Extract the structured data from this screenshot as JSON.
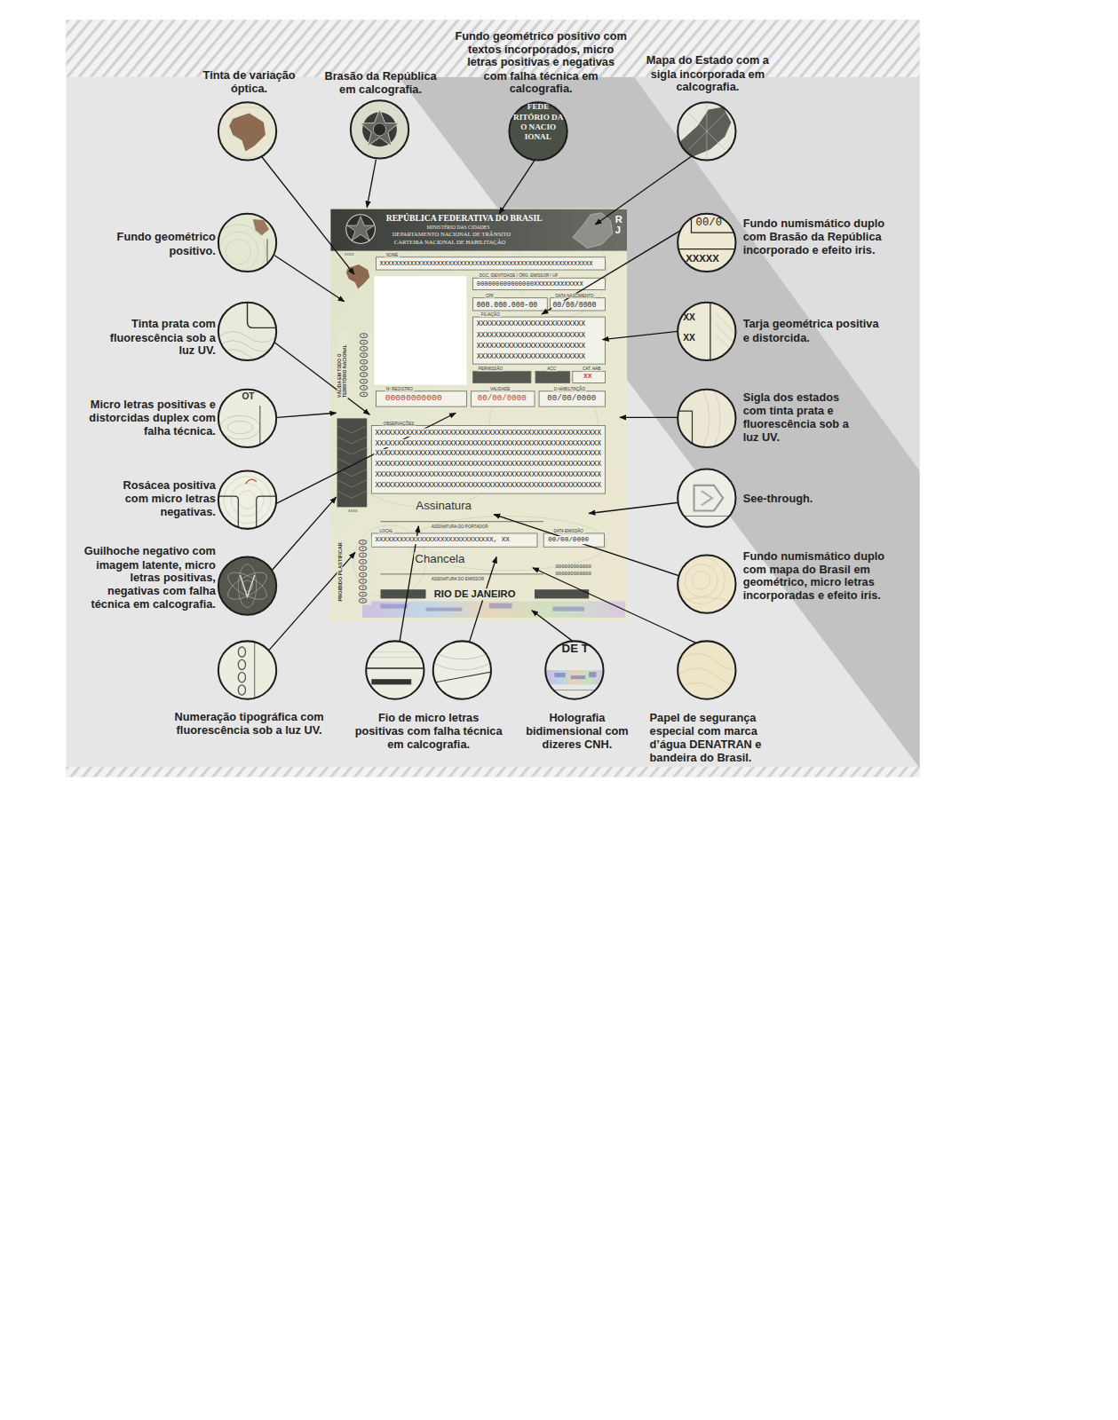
{
  "diagram": {
    "nodes": [
      {
        "text": [
          "Tinta de variação óptica."
        ]
      },
      {
        "text": [
          "Brasão da República em calcografia."
        ]
      },
      {
        "text": [
          "Fundo geométrico positivo com textos incorporados, micro letras positivas e negativas com falha técnica em calcografia."
        ]
      },
      {
        "text": [
          "Mapa do Estado com a sigla incorporada em calcografia."
        ]
      },
      {
        "text": [
          "Fundo geométrico positivo."
        ]
      },
      {
        "text": [
          "Tinta prata com fluorescência sob a luz UV."
        ]
      },
      {
        "text": [
          "Micro letras positivas e distorcidas duplex com falha técnica."
        ]
      },
      {
        "text": [
          "Rosácea positiva com micro letras negativas."
        ]
      },
      {
        "text": [
          "Guilhoche negativo com imagem latente, micro letras positivas, negativas com falha técnica em calcografia."
        ]
      },
      {
        "text": [
          "Fundo numismático duplo com Brasão da República incorporado e efeito iris."
        ]
      },
      {
        "text": [
          "Tarja geométrica positiva e distorcida."
        ]
      },
      {
        "text": [
          "Sigla dos estados com tinta prata e fluorescência sob a luz UV."
        ]
      },
      {
        "text": [
          "See-through."
        ]
      },
      {
        "text": [
          "Fundo numismático duplo com mapa do Brasil em geométrico, micro letras incorporadas e efeito iris."
        ]
      },
      {
        "text": [
          "Numeração tipográfica com fluorescência sob a luz UV."
        ]
      },
      {
        "text": [
          "Fio de micro letras positivas com falha técnica em calcografia."
        ]
      },
      {
        "text": [
          "Holografia bidimensional com dizeres CNH."
        ]
      },
      {
        "text": [
          "Papel de segurança especial com marca d’água DENATRAN e bandeira do Brasil."
        ]
      }
    ],
    "labels": [
      "REPÚBLICA FEDERATIVA DO BRASIL",
      "MINISTÉRIO DAS CIDADES",
      "DEPARTAMENTO NACIONAL DE TRÂNSITO",
      "CARTEIRA NACIONAL DE HABILITAÇÃO",
      "RJ",
      "NOME",
      "XXXXXXXXXXXXXXXXXXXXXXXXXXXXXXXXXXXXXXXXXXXXXXXXXXXXXXXX",
      "DOC. IDENTIDADE / ÓRG. EMISSOR / UF",
      "000000000000000XXXXXXXXXXXXX",
      "CPF",
      "DATA NASCIMENTO",
      "000.000.000-00",
      "00/00/0000",
      "FILIAÇÃO",
      "XXXXXXXXXXXXXXXXXXXXXXXXX",
      "XXXXXXXXXXXXXXXXXXXXXXXXX",
      "XXXXXXXXXXXXXXXXXXXXXXXXX",
      "XXXXXXXXXXXXXXXXXXXXXXXXX",
      "PERMISSÃO",
      "ACC",
      "CAT. HAB.",
      "XX",
      "Nº REGISTRO",
      "VALIDADE",
      "1ª HABILITAÇÃO",
      "00000000000",
      "00/00/0000",
      "00/00/0000",
      "OBSERVAÇÕES",
      "XXXXXXXXXXXXXXXXXXXXXXXXXXXXXXXXXXXXXXXXXXXXXXXXXXXX",
      "XXXXXXXXXXXXXXXXXXXXXXXXXXXXXXXXXXXXXXXXXXXXXXXXXXXX",
      "XXXXXXXXXXXXXXXXXXXXXXXXXXXXXXXXXXXXXXXXXXXXXXXXXXXX",
      "XXXXXXXXXXXXXXXXXXXXXXXXXXXXXXXXXXXXXXXXXXXXXXXXXXXX",
      "XXXXXXXXXXXXXXXXXXXXXXXXXXXXXXXXXXXXXXXXXXXXXXXXXXXX",
      "XXXXXXXXXXXXXXXXXXXXXXXXXXXXXXXXXXXXXXXXXXXXXXXXXXXX",
      "Assinatura",
      "ASSINATURA DO PORTADOR",
      "LOCAL",
      "DATA EMISSÃO",
      "XXXXXXXXXXXXXXXXXXXXXXXXXXXXX, XX",
      "00/00/0000",
      "Chancela",
      "ASSINATURA DO EMISSOR",
      "000000000000",
      "000000000000",
      "RIO DE JANEIRO",
      "VÁLIDA EM TODO O TERRITÓRIO NACIONAL",
      "0000000000",
      "PROIBIDO PLASTIFICAR",
      "0000000000",
      "XXXX",
      "XXXX",
      "00/0",
      "XXXXX",
      "XX",
      "XX",
      "OT",
      "DE T",
      "FEDE",
      "RITÓRIO DA",
      "O NACIO",
      "IONAL"
    ]
  }
}
